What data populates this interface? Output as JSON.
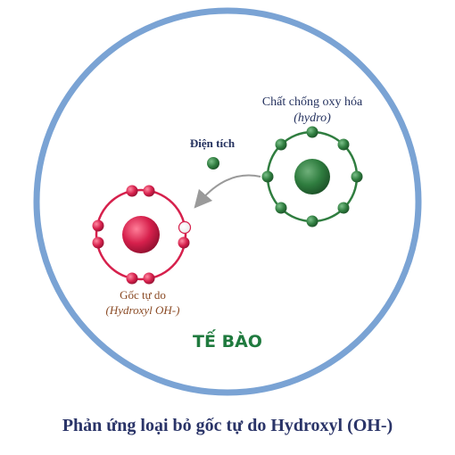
{
  "cell": {
    "label": "TẾ BÀO"
  },
  "antioxidant": {
    "title": "Chất chống oxy hóa",
    "subtitle": "(hydro)"
  },
  "electron": {
    "label": "Điện tích"
  },
  "radical": {
    "title": "Gốc tự do",
    "subtitle": "(Hydroxyl OH-)"
  },
  "caption": "Phản ứng loại bỏ gốc tự do Hydroxyl (OH-)",
  "colors": {
    "cell_border": "#7aa3d4",
    "antioxidant": "#2f7d3f",
    "radical": "#d6204c",
    "arrow": "#9a9a9a",
    "missing_electron": "#ffffff"
  }
}
